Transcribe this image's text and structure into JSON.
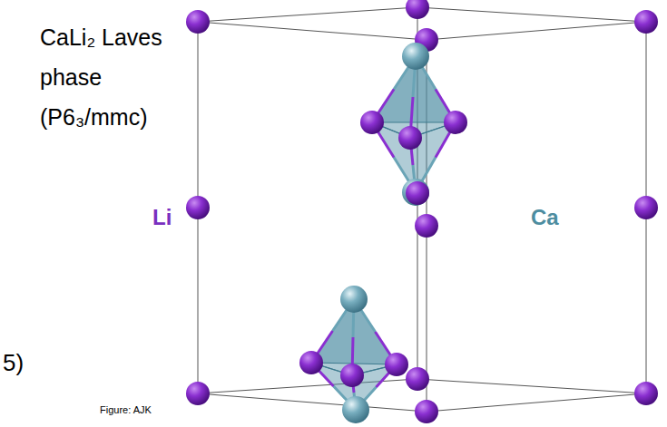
{
  "diagram": {
    "title": "CaLi₂ Laves phase (P6₃/mmc)",
    "labels": [
      "Li",
      "Ca",
      "5)",
      "Figure: AJK"
    ]
  }
}
